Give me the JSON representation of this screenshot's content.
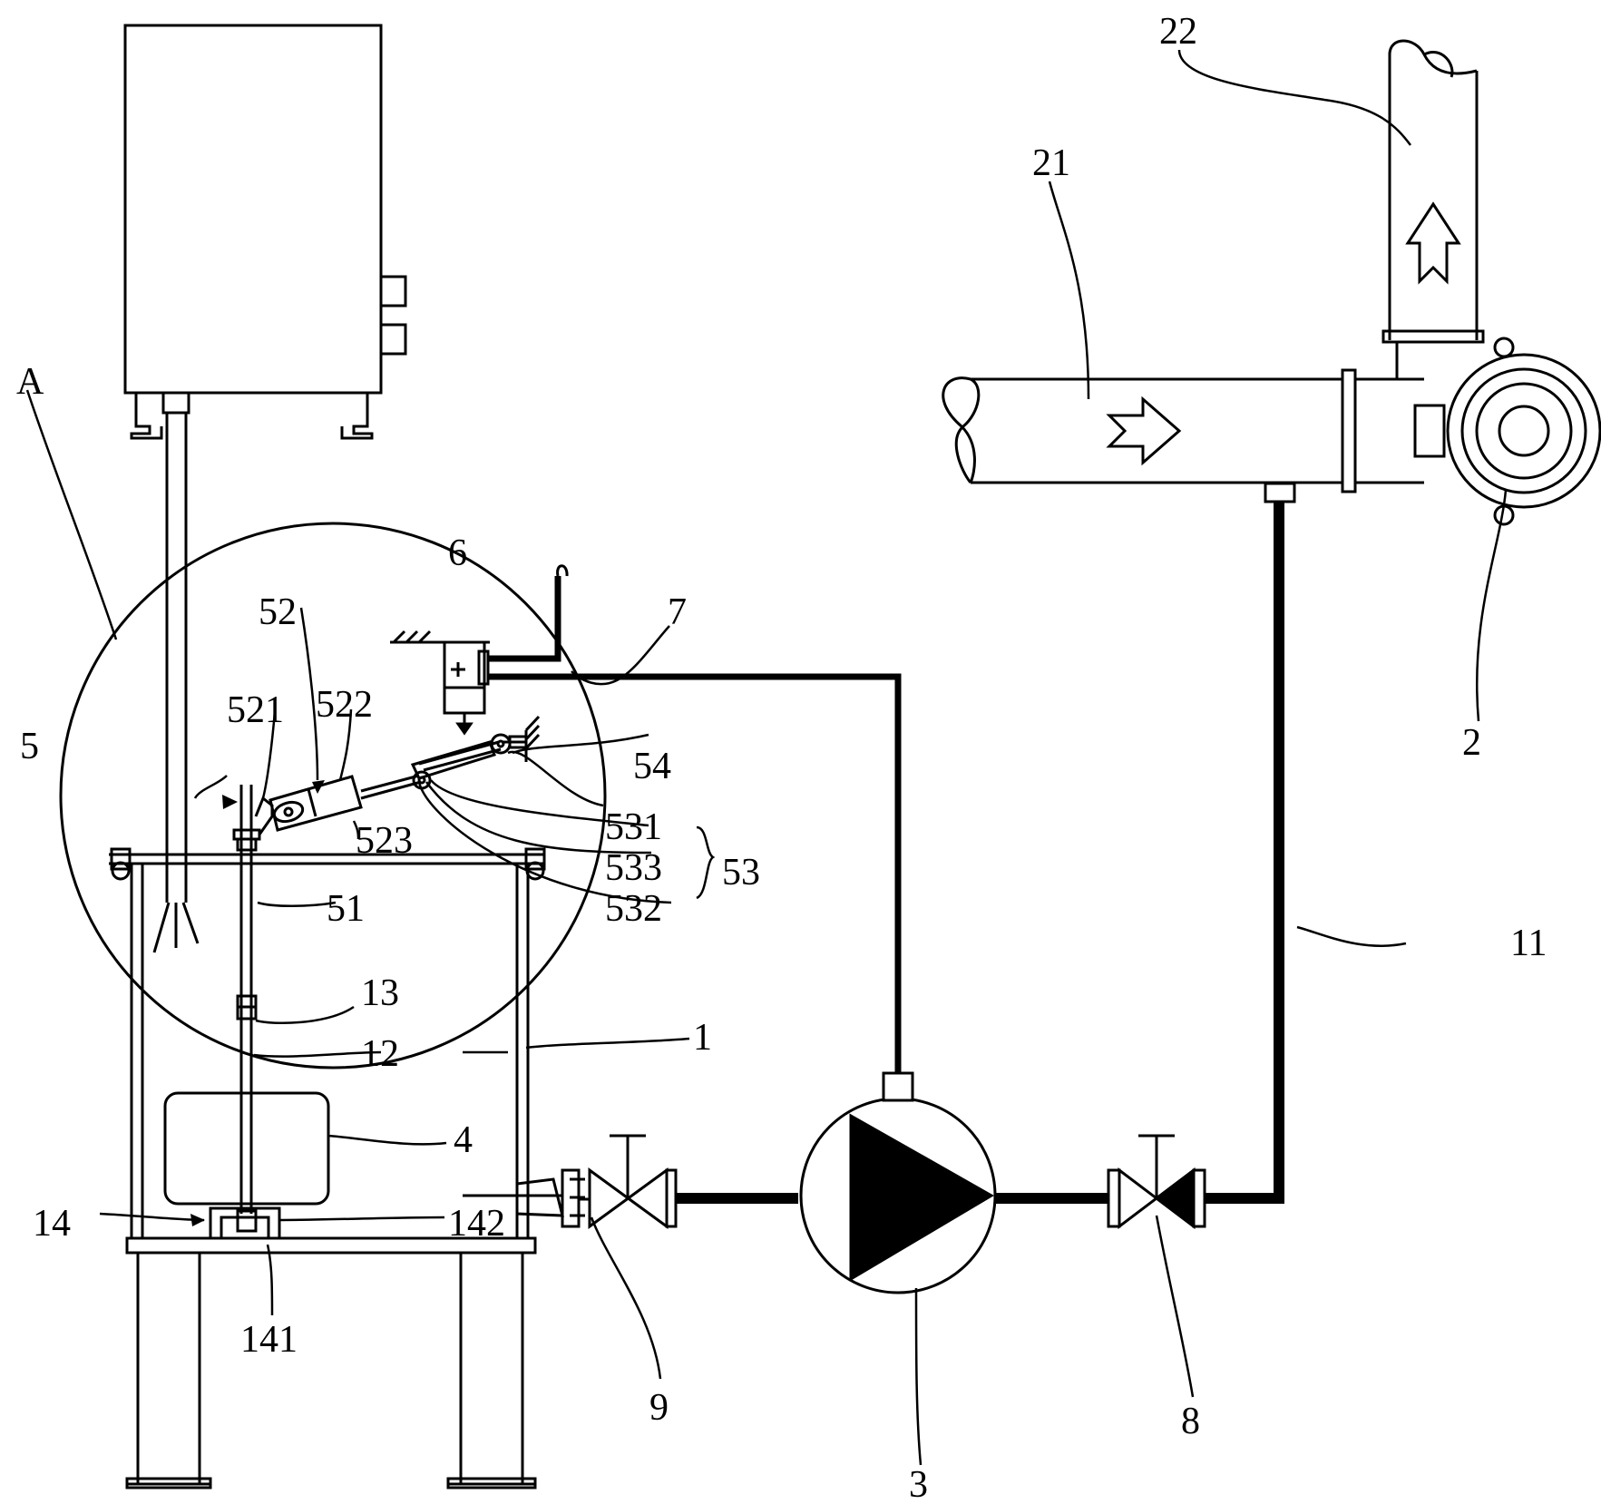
{
  "figure": {
    "colors": {
      "line": "#000000",
      "background": "#ffffff"
    },
    "labels": {
      "A": "A",
      "n1": "1",
      "n2": "2",
      "n3": "3",
      "n4": "4",
      "n5": "5",
      "n6": "6",
      "n7": "7",
      "n8": "8",
      "n9": "9",
      "n11": "11",
      "n12": "12",
      "n13": "13",
      "n14": "14",
      "n21": "21",
      "n22": "22",
      "n51": "51",
      "n52": "52",
      "n53": "53",
      "n54": "54",
      "n141": "141",
      "n142": "142",
      "n521": "521",
      "n522": "522",
      "n523": "523",
      "n531": "531",
      "n532": "532",
      "n533": "533"
    }
  }
}
